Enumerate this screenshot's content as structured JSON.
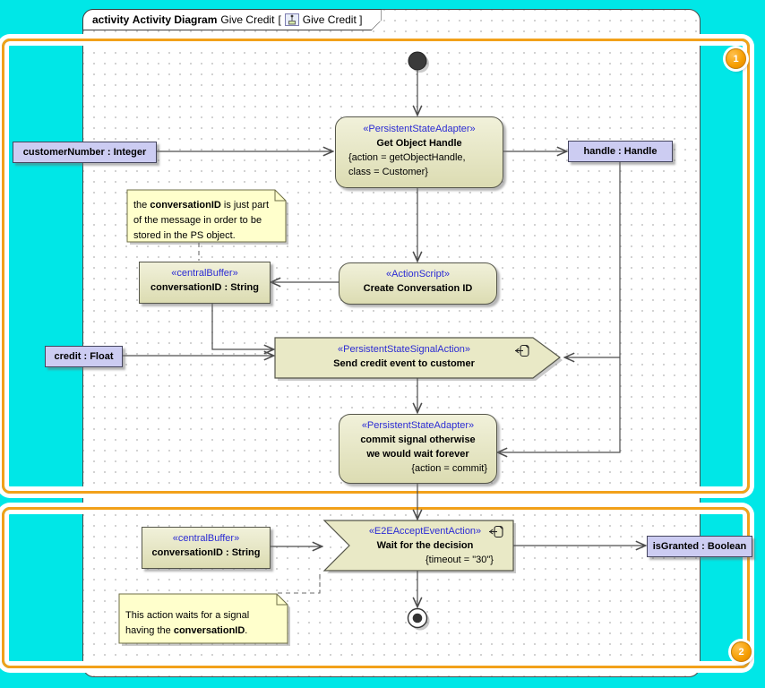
{
  "frame": {
    "kind": "activity",
    "type_label": "Activity Diagram",
    "name": "Give Credit",
    "open_bracket": "[",
    "ref_name": "Give Credit",
    "close_bracket": "]"
  },
  "regions": [
    {
      "number": "1"
    },
    {
      "number": "2"
    }
  ],
  "nodes": {
    "get_object_handle": {
      "stereotype": "«PersistentStateAdapter»",
      "name": "Get Object Handle",
      "constraints": [
        "{action = getObjectHandle,",
        "class = Customer}"
      ]
    },
    "create_conversation_id": {
      "stereotype": "«ActionScript»",
      "name": "Create Conversation ID"
    },
    "send_credit_event": {
      "stereotype": "«PersistentStateSignalAction»",
      "name": "Send credit event to customer"
    },
    "commit_signal": {
      "stereotype": "«PersistentStateAdapter»",
      "name_line1": "commit signal otherwise",
      "name_line2": "we would wait forever",
      "constraint": "{action = commit}"
    },
    "wait_for_decision": {
      "stereotype": "«E2EAcceptEventAction»",
      "name": "Wait for the decision",
      "constraint": "{timeout = \"30\"}"
    }
  },
  "object_nodes": {
    "customer_number": "customerNumber : Integer",
    "handle": "handle : Handle",
    "credit": "credit : Float",
    "is_granted": "isGranted : Boolean"
  },
  "buffers": {
    "buffer1": {
      "stereotype": "«centralBuffer»",
      "name": "conversationID : String"
    },
    "buffer2": {
      "stereotype": "«centralBuffer»",
      "name": "conversationID : String"
    }
  },
  "notes": {
    "note1": {
      "line1_pre": "the ",
      "line1_bold": "conversationID",
      "line1_post": " is just part",
      "line2": "of the message in order to be",
      "line3": "stored in the PS object."
    },
    "note2": {
      "line1": "This action waits for a signal",
      "line2_pre": "having the ",
      "line2_bold": "conversationID",
      "line2_post": "."
    }
  },
  "colors": {
    "canvas": "#00e7e7",
    "region_border": "#f2a11a",
    "node_fill": "#e9e9c6",
    "object_node_fill": "#ccccf2",
    "note_fill": "#ffffcc",
    "stereotype_text": "#2b2bd4",
    "edge": "#4d4d4d",
    "badge_orange": "#f59d00"
  }
}
